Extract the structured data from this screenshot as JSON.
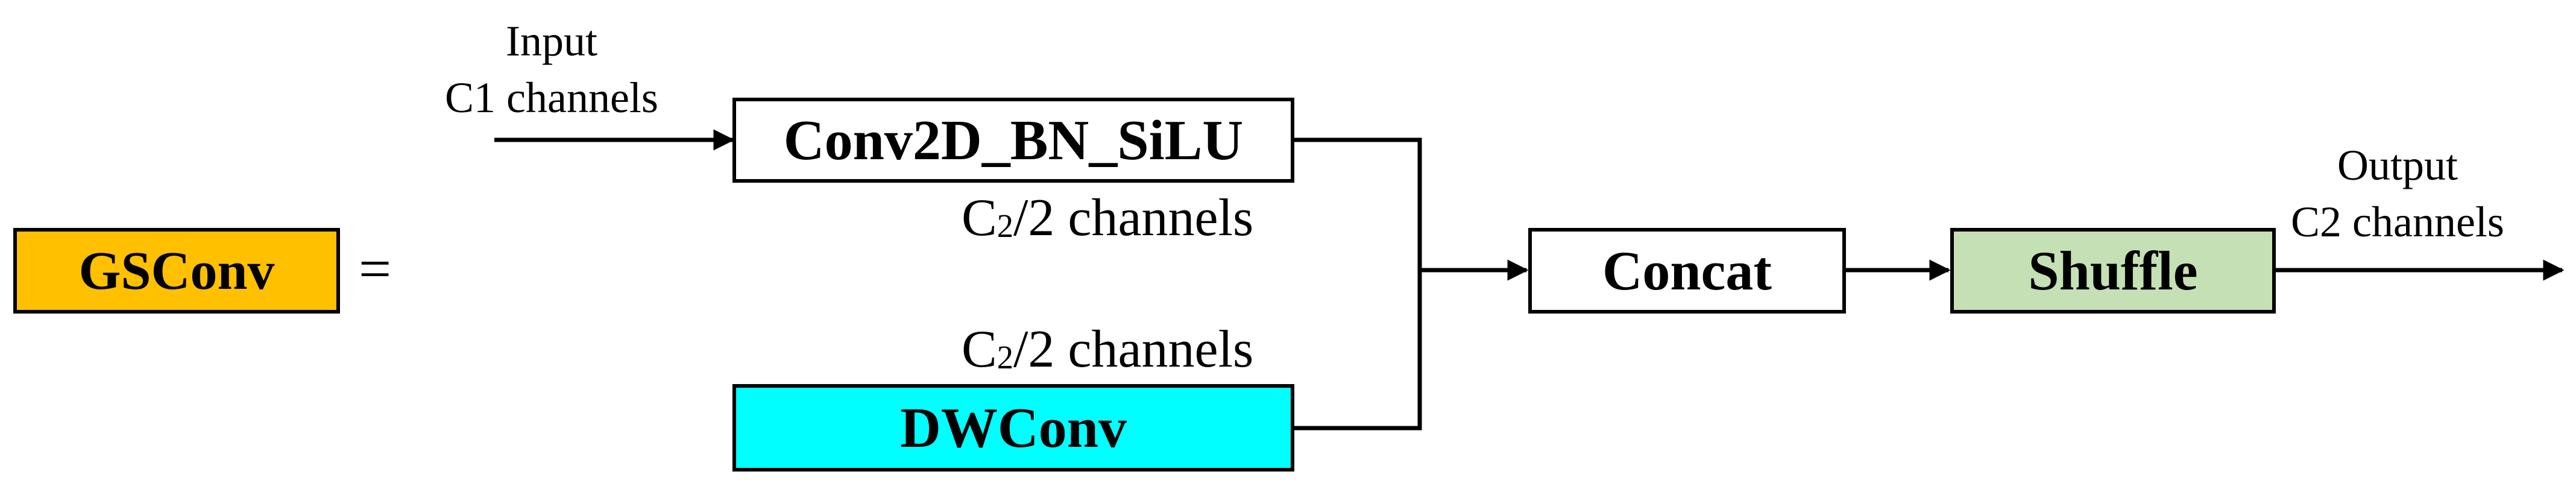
{
  "gsconv": {
    "label": "GSConv",
    "color": "#FFC000"
  },
  "equals": "=",
  "input": {
    "line1": "Input",
    "line2": "C1 channels"
  },
  "conv": {
    "label": "Conv2D_BN_SiLU",
    "out_c": "C",
    "out_sub": "2",
    "out_rest": "/2 channels"
  },
  "dwconv": {
    "label": "DWConv",
    "color": "#00FFFF",
    "out_c": "C",
    "out_sub": "2",
    "out_rest": "/2 channels"
  },
  "concat": {
    "label": "Concat"
  },
  "shuffle": {
    "label": "Shuffle",
    "color": "#C5E0B4"
  },
  "output": {
    "line1": "Output",
    "line2": "C2 channels"
  }
}
